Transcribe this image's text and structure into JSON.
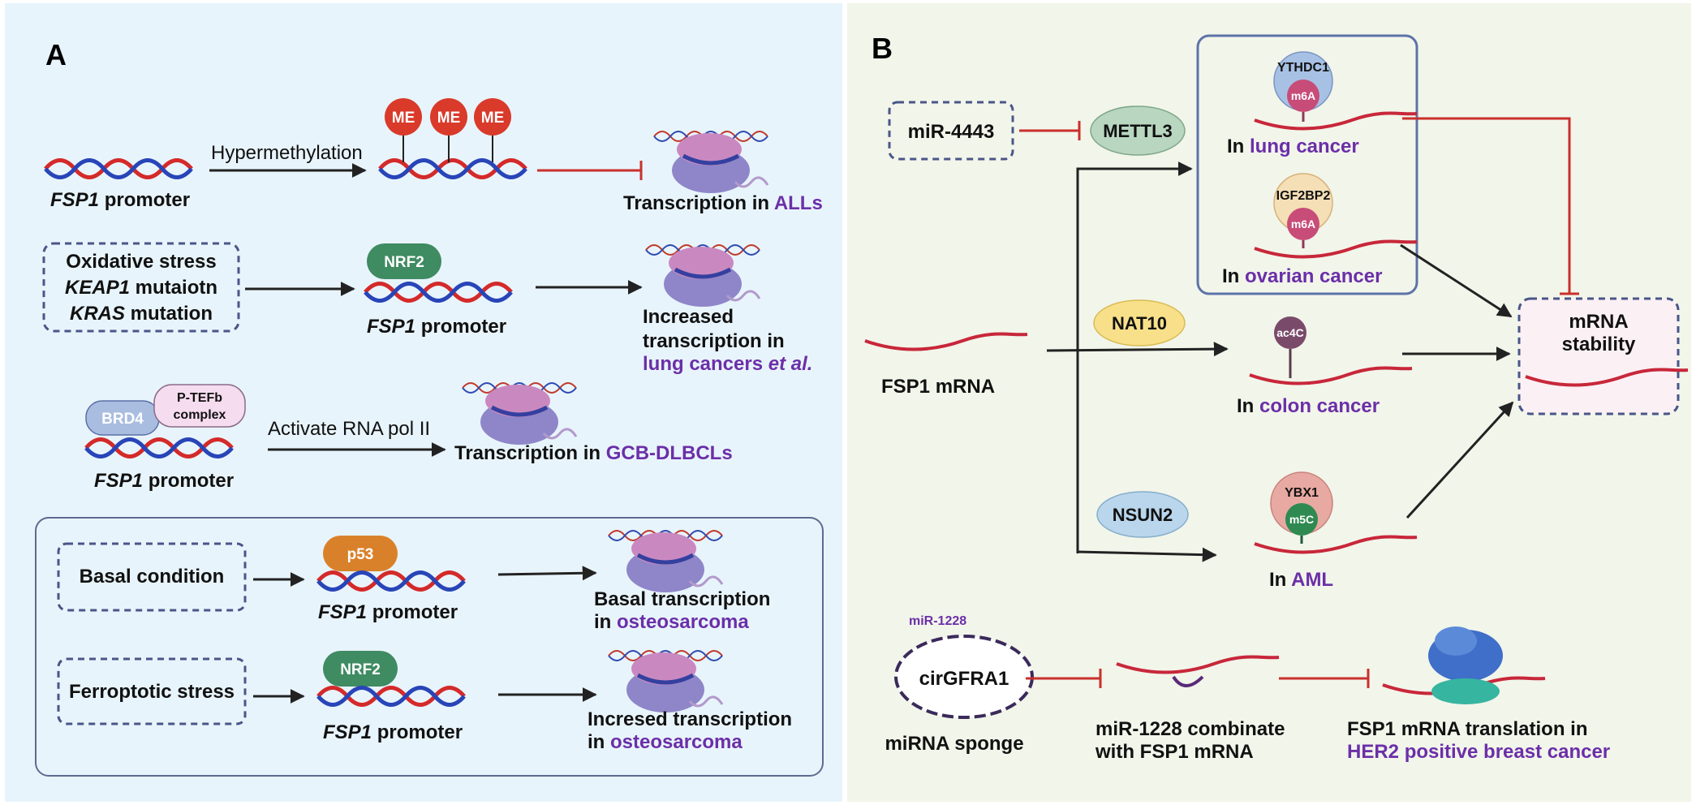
{
  "panel_a": {
    "letter": "A",
    "row1": {
      "promoter_gene": "FSP1",
      "promoter_text": " promoter",
      "arrow_label": "Hypermethylation",
      "me_labels": [
        "ME",
        "ME",
        "ME"
      ],
      "outcome_prefix": "Transcription in ",
      "outcome_highlight": "ALLs"
    },
    "row2": {
      "box_lines": [
        "Oxidative stress",
        "KEAP1",
        " mutaiotn",
        "KRAS",
        " mutation"
      ],
      "factor": "NRF2",
      "promoter_gene": "FSP1",
      "promoter_text": " promoter",
      "outcome_line1": "Increased",
      "outcome_line2": "transcription in",
      "outcome_highlight": "lung cancers ",
      "outcome_highlight_italic": "et al."
    },
    "row3": {
      "brd4": "BRD4",
      "ptefb_line1": "P-TEFb",
      "ptefb_line2": "complex",
      "arrow_label": "Activate RNA pol II",
      "promoter_gene": "FSP1",
      "promoter_text": " promoter",
      "outcome_prefix": "Transcription in ",
      "outcome_highlight": "GCB-DLBCLs"
    },
    "row4": {
      "condition": "Basal condition",
      "factor": "p53",
      "promoter_gene": "FSP1",
      "promoter_text": " promoter",
      "outcome_line1": "Basal transcription",
      "outcome_prefix": "in ",
      "outcome_highlight": "osteosarcoma"
    },
    "row5": {
      "condition": "Ferroptotic stress",
      "factor": "NRF2",
      "promoter_gene": "FSP1",
      "promoter_text": " promoter",
      "outcome_line1": "Incresed transcription",
      "outcome_prefix": "in ",
      "outcome_highlight": "osteosarcoma"
    }
  },
  "panel_b": {
    "letter": "B",
    "mir4443": "miR-4443",
    "mettl3": "METTL3",
    "nat10": "NAT10",
    "nsun2": "NSUN2",
    "fsp1_mrna": "FSP1 mRNA",
    "ythdc1": "YTHDC1",
    "igf2bp2": "IGF2BP2",
    "ybx1": "YBX1",
    "m6a": "m6A",
    "ac4c": "ac4C",
    "m5c": "m5C",
    "lung_prefix": "In ",
    "lung_highlight": "lung cancer",
    "ovarian_prefix": "In ",
    "ovarian_highlight": "ovarian cancer",
    "colon_prefix": "In  ",
    "colon_highlight": "colon cancer",
    "aml_prefix": "In  ",
    "aml_highlight": "AML",
    "stability_line1": "mRNA",
    "stability_line2": "stability",
    "mir1228": "miR-1228",
    "circ": "cirGFRA1",
    "sponge": "miRNA sponge",
    "combine_line1": "miR-1228 combinate",
    "combine_line2": "with FSP1 mRNA",
    "translation_line1": "FSP1 mRNA translation in",
    "translation_highlight": "HER2 positive breast cancer"
  },
  "colors": {
    "panel_a_bg": "#e8f4fb",
    "panel_b_bg": "#f2f5ea",
    "dna_red": "#d42a2a",
    "dna_blue": "#2845b8",
    "inhibit_red": "#c9302c",
    "highlight_purple": "#6b2fa8",
    "dash_border": "#4a5688"
  }
}
